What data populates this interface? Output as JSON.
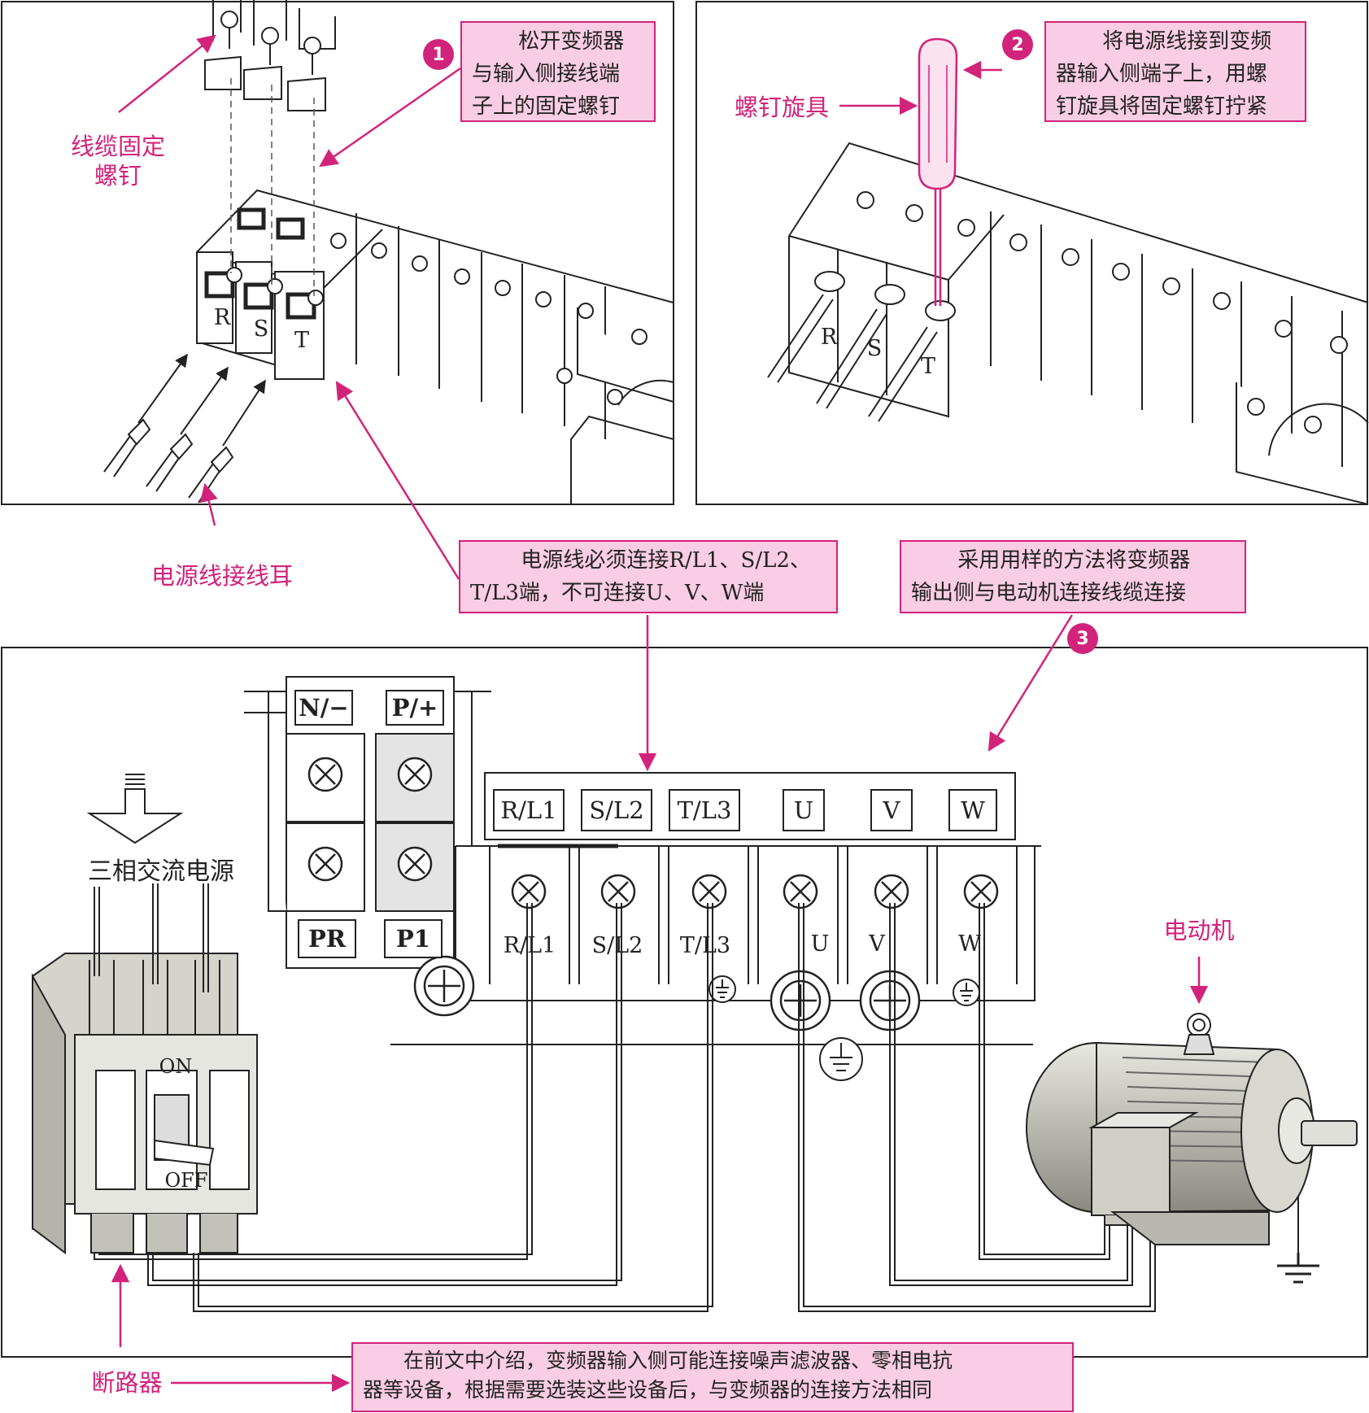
{
  "colors": {
    "accent": "#d2237b",
    "note_fill": "#f9cde4",
    "line": "#222222",
    "device_gray": "#c8c8c0"
  },
  "steps": [
    {
      "badge": "1",
      "note": "松开变频器\n与输入侧接线端\n子上的固定螺钉"
    },
    {
      "badge": "2",
      "note": "将电源线接到变频\n器输入侧端子上，用螺\n钉旋具将固定螺钉拧紧"
    },
    {
      "badge": "3",
      "note": "采用用样的方法将变频器\n输出侧与电动机连接线缆连接"
    }
  ],
  "labels": {
    "cable_screw": "线缆固定\n螺钉",
    "lug": "电源线接线耳",
    "screwdriver": "螺钉旋具",
    "motor": "电动机",
    "breaker": "断路器",
    "ac_source": "三相交流电源"
  },
  "notes": {
    "input_terminals": "电源线必须连接R/L1、S/L2、\nT/L3端，不可连接U、V、W端",
    "bottom": "在前文中介绍，变频器输入侧可能连接噪声滤波器、零相电抗\n器等设备，根据需要选装这些设备后，与变频器的连接方法相同"
  },
  "terminal_block": {
    "input_letters": [
      "R",
      "S",
      "T"
    ],
    "upper_labels": [
      "R/L1",
      "S/L2",
      "T/L3",
      "U",
      "V",
      "W"
    ],
    "lower_labels": [
      "R/L1",
      "S/L2",
      "T/L3",
      "U",
      "V",
      "W"
    ],
    "dc_top": [
      "N/−",
      "P/+"
    ],
    "dc_bottom": [
      "PR",
      "P1"
    ]
  },
  "breaker": {
    "on": "ON",
    "off": "OFF"
  }
}
